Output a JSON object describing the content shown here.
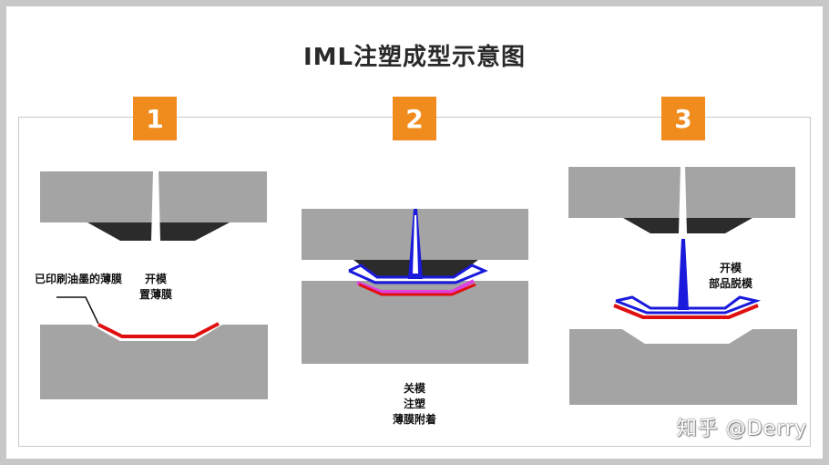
{
  "title": "IML注塑成型示意图",
  "steps": [
    {
      "number": "1",
      "annotation": "已印刷油墨的薄膜",
      "caption_lines": [
        "开模",
        "置薄膜"
      ]
    },
    {
      "number": "2",
      "caption_lines": [
        "关模",
        "注塑",
        "薄膜附着"
      ]
    },
    {
      "number": "3",
      "caption_lines": [
        "开模",
        "部品脱模"
      ]
    }
  ],
  "watermark": "知乎 @Derry",
  "colors": {
    "mold": "#a4a4a4",
    "core_dark": "#2b2b2b",
    "film_red": "#e01010",
    "plastic_blue": "#1a1adc",
    "film_magenta": "#e040e0",
    "badge_orange": "#f08c1e"
  }
}
